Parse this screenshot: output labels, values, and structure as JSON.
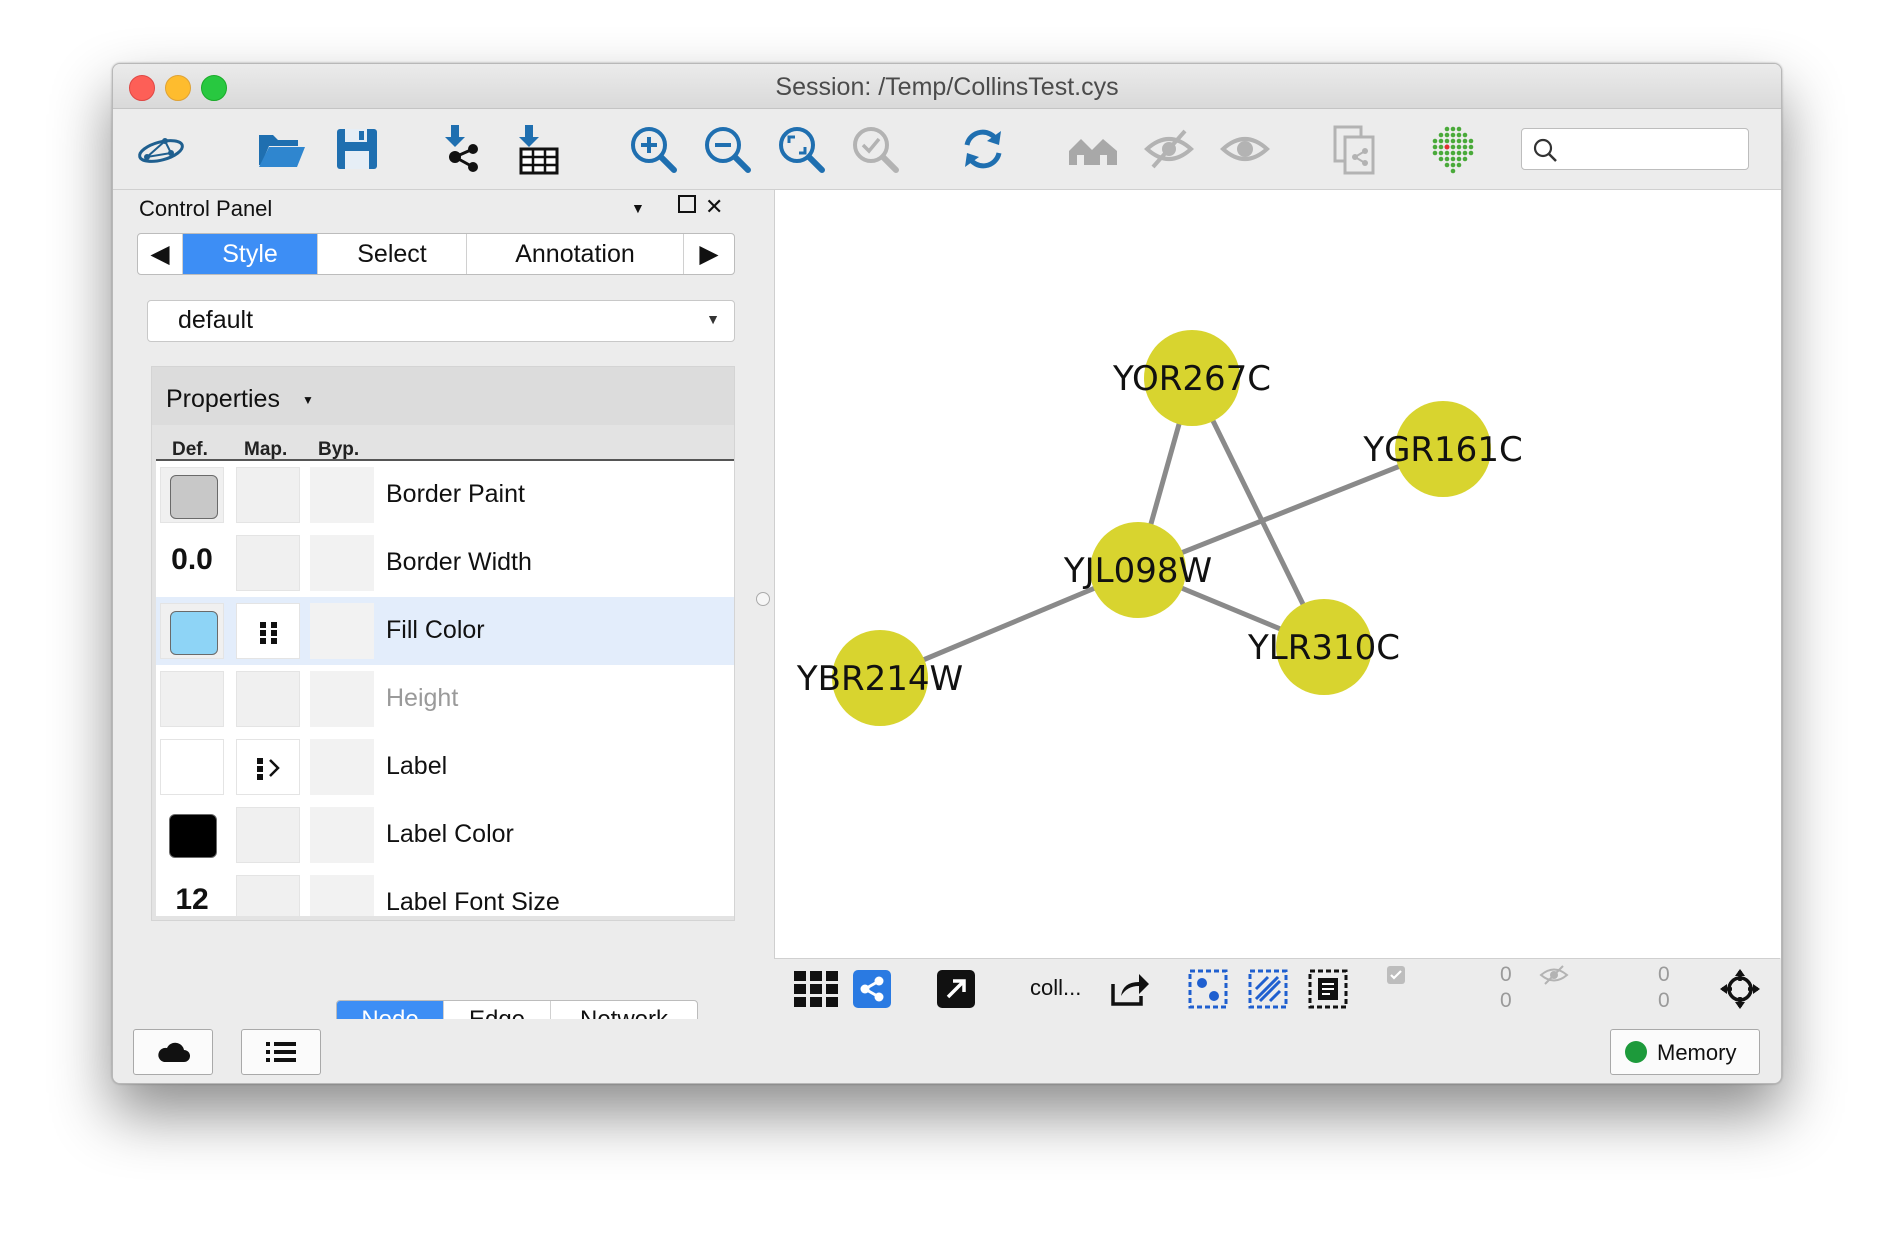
{
  "window": {
    "title": "Session: /Temp/CollinsTest.cys"
  },
  "toolbar": {
    "search_placeholder": ""
  },
  "control_panel": {
    "title": "Control Panel",
    "tabs": [
      "Style",
      "Select",
      "Annotation"
    ],
    "active_tab": "Style",
    "style_dropdown": "default",
    "properties_label": "Properties",
    "columns": {
      "def": "Def.",
      "map": "Map.",
      "byp": "Byp."
    },
    "rows": [
      {
        "label": "Border Paint",
        "def_color": "#c8c8c8"
      },
      {
        "label": "Border Width",
        "def_value": "0.0"
      },
      {
        "label": "Fill Color",
        "def_color": "#8ed4f6",
        "selected": true
      },
      {
        "label": "Height",
        "disabled": true
      },
      {
        "label": "Label"
      },
      {
        "label": "Label Color",
        "def_color": "#000000"
      },
      {
        "label": "Label Font Size",
        "def_value": "12"
      }
    ],
    "bottom_tabs": [
      "Node",
      "Edge",
      "Network"
    ],
    "active_bottom_tab": "Node"
  },
  "network": {
    "node_color": "#d8d42f",
    "edge_color": "#8a8a8a",
    "nodes": [
      {
        "id": "YOR267C",
        "label": "YOR267C"
      },
      {
        "id": "YGR161C",
        "label": "YGR161C"
      },
      {
        "id": "YJL098W",
        "label": "YJL098W"
      },
      {
        "id": "YLR310C",
        "label": "YLR310C"
      },
      {
        "id": "YBR214W",
        "label": "YBR214W"
      }
    ],
    "edges": [
      [
        "YOR267C",
        "YJL098W"
      ],
      [
        "YOR267C",
        "YLR310C"
      ],
      [
        "YGR161C",
        "YJL098W"
      ],
      [
        "YJL098W",
        "YLR310C"
      ],
      [
        "YJL098W",
        "YBR214W"
      ]
    ]
  },
  "view_toolbar": {
    "network_name": "coll...",
    "selected_nodes": "0",
    "selected_edges": "0",
    "hidden_nodes": "0",
    "hidden_edges": "0"
  },
  "statusbar": {
    "memory_label": "Memory"
  }
}
